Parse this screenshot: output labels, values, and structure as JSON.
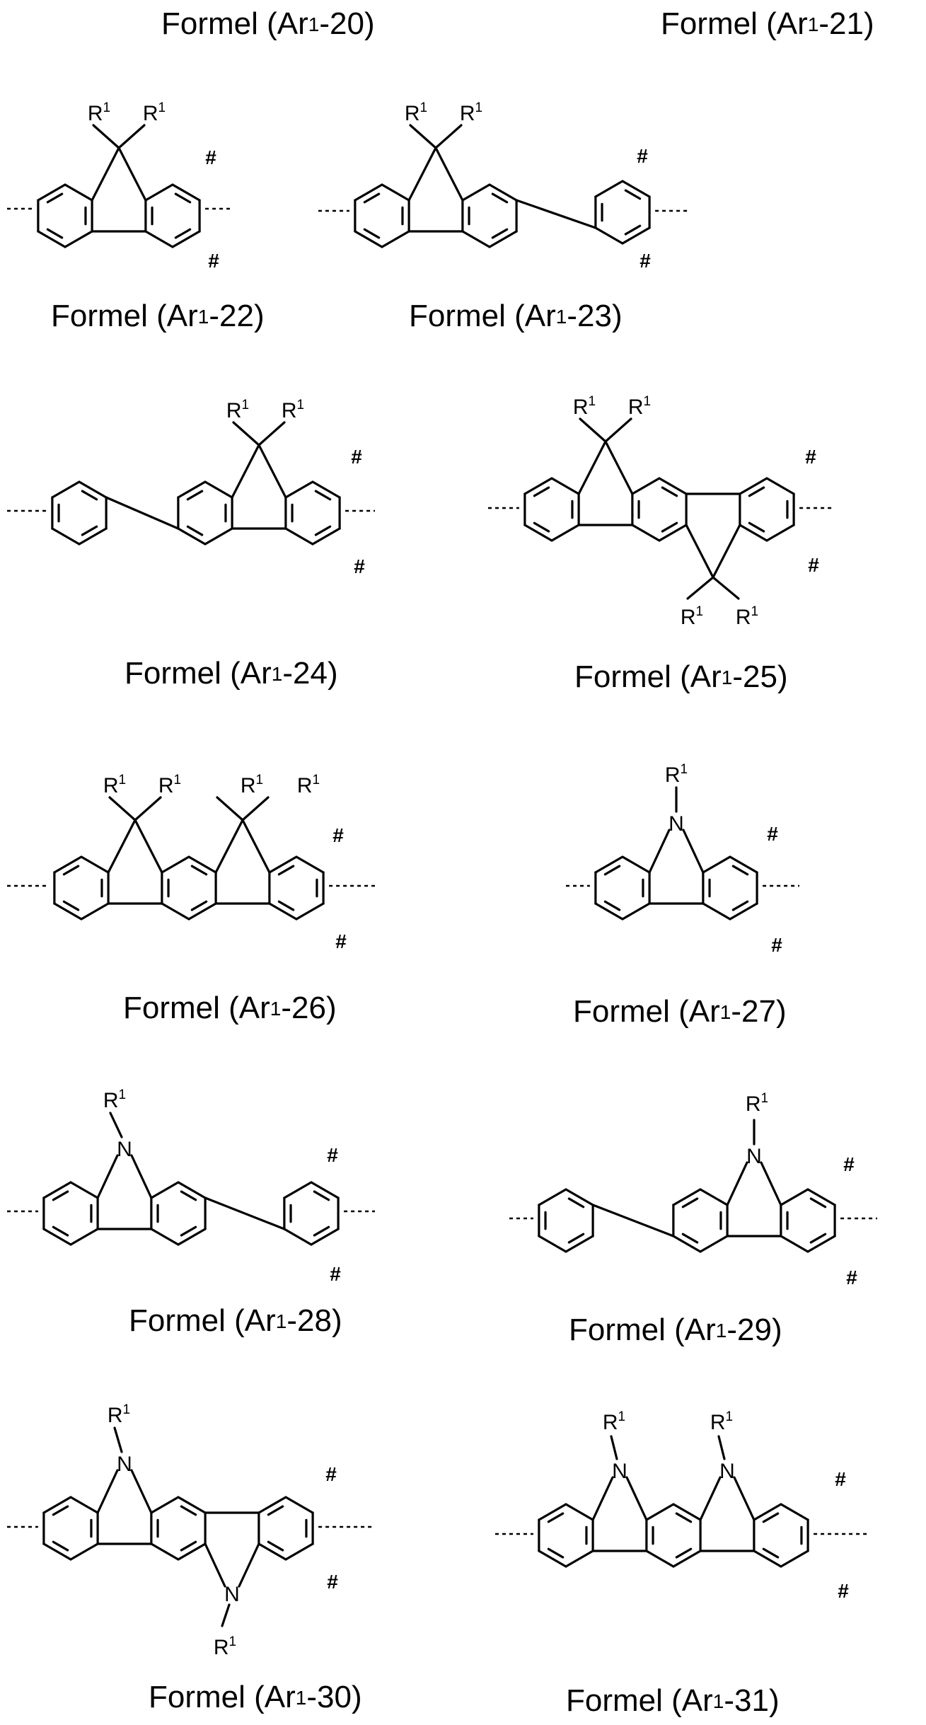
{
  "captions": {
    "c20": {
      "prefix": "Formel (Ar",
      "sup": "1",
      "suffix": "-20)"
    },
    "c21": {
      "prefix": "Formel (Ar",
      "sup": "1",
      "suffix": "-21)"
    },
    "c22": {
      "prefix": "Formel (Ar",
      "sup": "1",
      "suffix": "-22)"
    },
    "c23": {
      "prefix": "Formel (Ar",
      "sup": "1",
      "suffix": "-23)"
    },
    "c24": {
      "prefix": "Formel (Ar",
      "sup": "1",
      "suffix": "-24)"
    },
    "c25": {
      "prefix": "Formel (Ar",
      "sup": "1",
      "suffix": "-25)"
    },
    "c26": {
      "prefix": "Formel (Ar",
      "sup": "1",
      "suffix": "-26)"
    },
    "c27": {
      "prefix": "Formel (Ar",
      "sup": "1",
      "suffix": "-27)"
    },
    "c28": {
      "prefix": "Formel (Ar",
      "sup": "1",
      "suffix": "-28)"
    },
    "c29": {
      "prefix": "Formel (Ar",
      "sup": "1",
      "suffix": "-29)"
    },
    "c30": {
      "prefix": "Formel (Ar",
      "sup": "1",
      "suffix": "-30)"
    },
    "c31": {
      "prefix": "Formel (Ar",
      "sup": "1",
      "suffix": "-31)"
    }
  },
  "labels": {
    "substituent": "R",
    "substituent_sup": "1",
    "nitrogen": "N",
    "position_mark": "#"
  }
}
